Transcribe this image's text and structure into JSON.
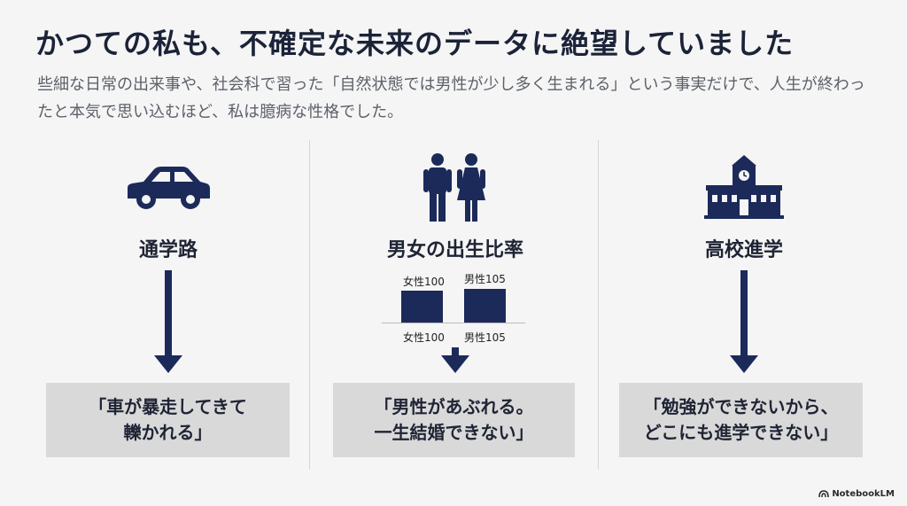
{
  "title": "かつての私も、不確定な未来のデータに絶望していました",
  "subtitle": "些細な日常の出来事や、社会科で習った「自然状態では男性が少し多く生まれる」という事実だけで、人生が終わったと本気で思い込むほど、私は臆病な性格でした。",
  "columns": [
    {
      "icon": "car-icon",
      "heading": "通学路",
      "quote_line1": "「車が暴走してきて",
      "quote_line2": "轢かれる」"
    },
    {
      "icon": "man-woman-icon",
      "heading": "男女の出生比率",
      "quote_line1": "「男性があぶれる。",
      "quote_line2": "一生結婚できない」"
    },
    {
      "icon": "school-building-icon",
      "heading": "高校進学",
      "quote_line1": "「勉強ができないから、",
      "quote_line2": "どこにも進学できない」"
    }
  ],
  "chart_data": {
    "type": "bar",
    "categories": [
      "女性",
      "男性"
    ],
    "values": [
      100,
      105
    ],
    "top_labels": [
      "女性100",
      "男性105"
    ],
    "bottom_labels": [
      "女性100",
      "男性105"
    ]
  },
  "logo": {
    "text": "NotebookLM",
    "icon": "notebooklm-logo-icon"
  },
  "colors": {
    "accent": "#1c2a5a",
    "box": "#d9d9d9",
    "background": "#f5f5f5"
  }
}
